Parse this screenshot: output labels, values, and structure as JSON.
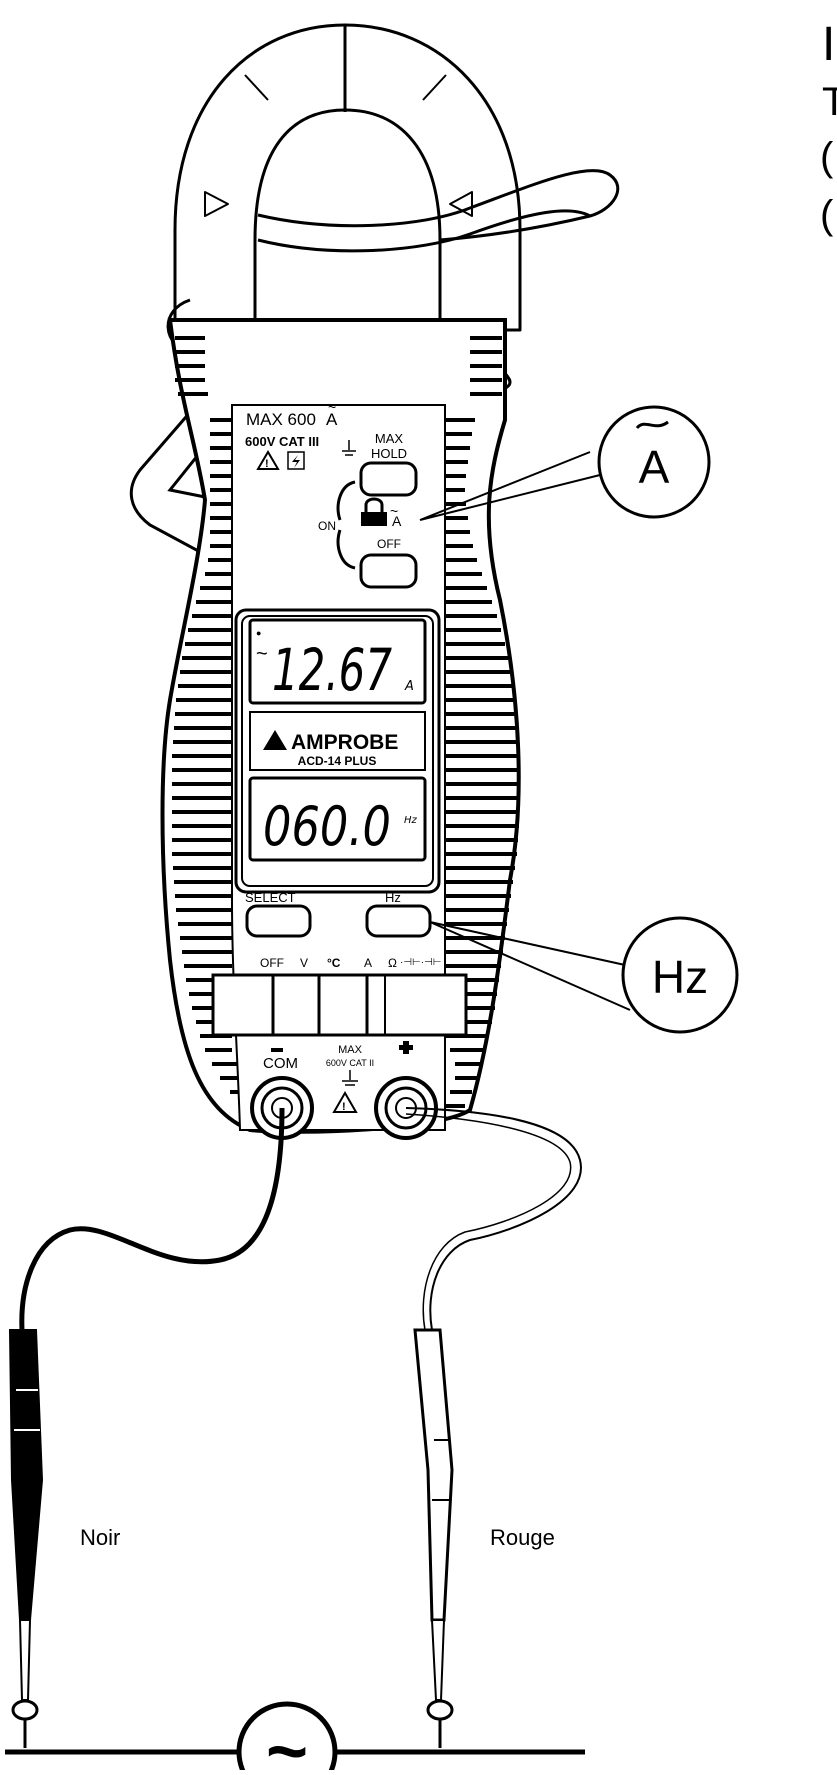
{
  "meter": {
    "brand": "AMPROBE",
    "model": "ACD-14 PLUS",
    "rating_max": "MAX 600",
    "rating_unit": "A",
    "rating_cat": "600V CAT III",
    "max_hold_top": "MAX",
    "max_hold_bottom": "HOLD",
    "switch_on": "ON",
    "switch_off": "OFF",
    "switch_func": "A",
    "primary_reading": "12.67",
    "primary_unit": "A",
    "secondary_reading": "060.0",
    "secondary_unit": "Hz",
    "select_label": "SELECT",
    "hz_button_label": "Hz",
    "dial_off": "OFF",
    "dial_v": "V",
    "dial_c": "°C",
    "dial_a": "A",
    "dial_ohm": "Ω",
    "com_label": "COM",
    "jack_max": "MAX",
    "jack_cat": "600V CAT II"
  },
  "callouts": {
    "current": "A",
    "frequency": "Hz"
  },
  "probes": {
    "black": "Noir",
    "red": "Rouge"
  },
  "source": {
    "symbol": "~"
  },
  "cropped_text": [
    "I",
    "T",
    "(",
    "("
  ]
}
